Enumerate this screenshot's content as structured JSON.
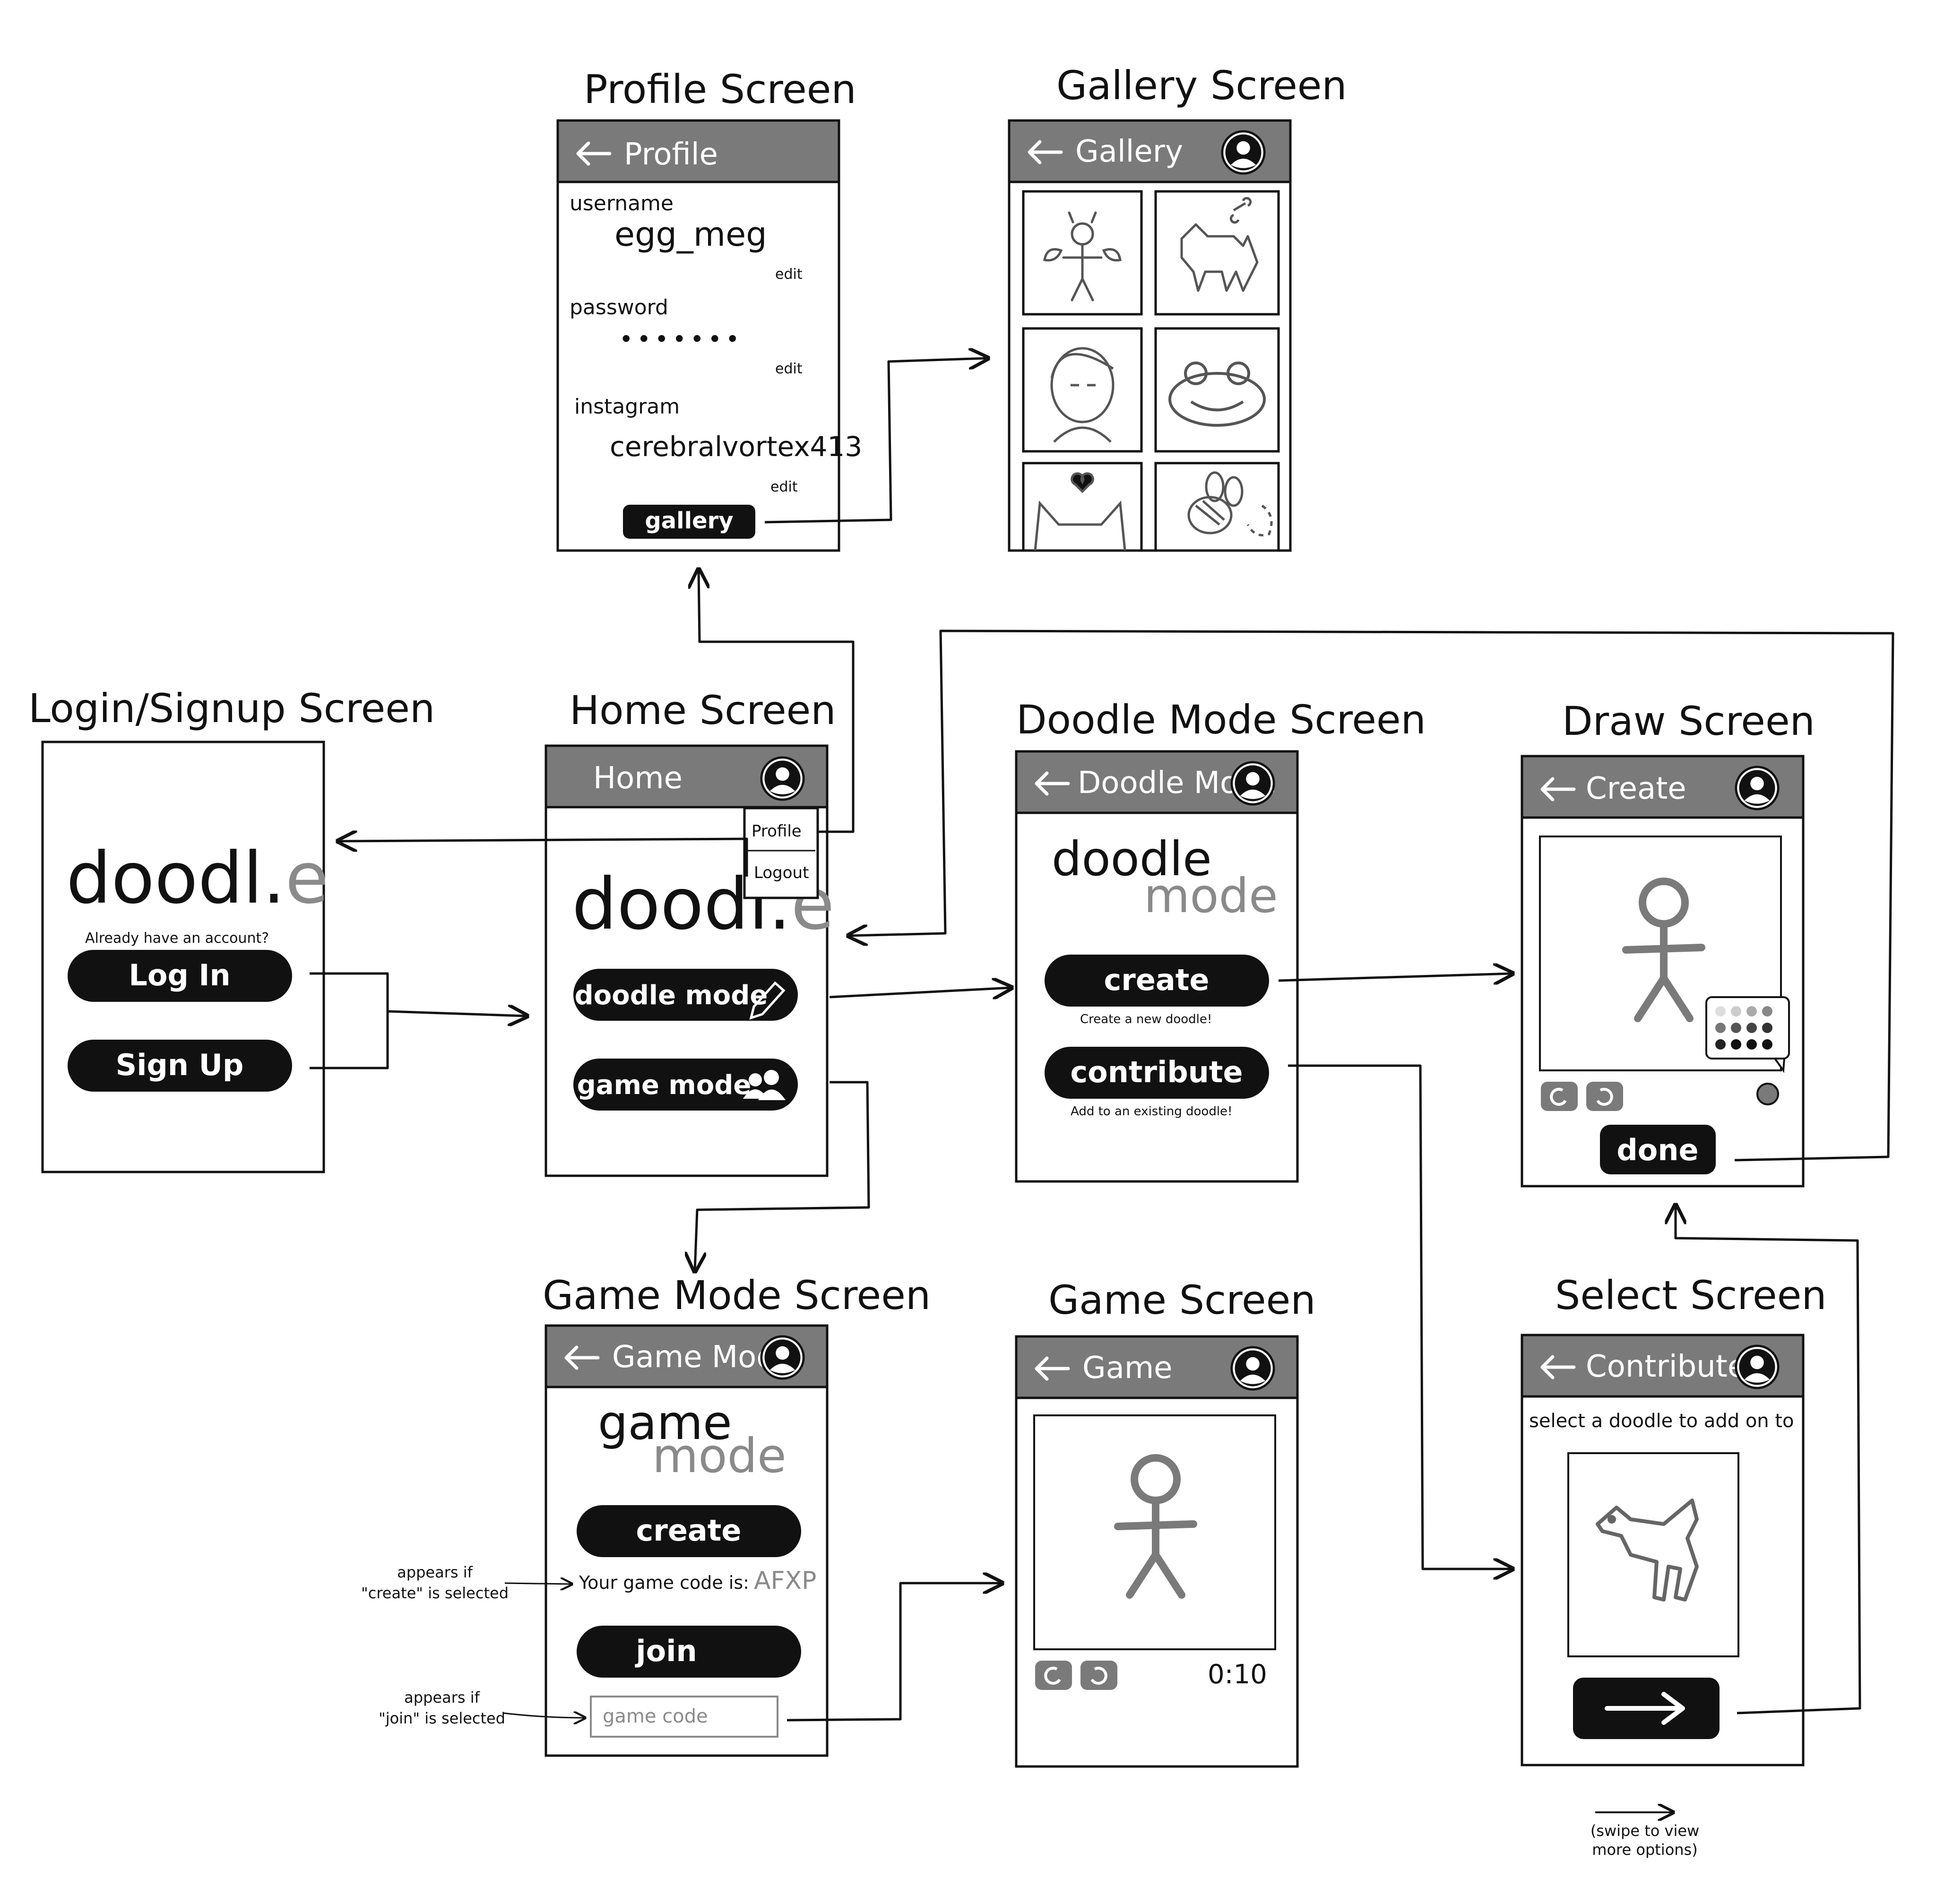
{
  "titles": {
    "profile": "Profile Screen",
    "gallery": "Gallery Screen",
    "login": "Login/Signup Screen",
    "home": "Home Screen",
    "doodle": "Doodle Mode Screen",
    "draw": "Draw Screen",
    "gamemode": "Game Mode Screen",
    "game": "Game Screen",
    "select": "Select Screen"
  },
  "profile": {
    "header": "Profile",
    "username_label": "username",
    "username_value": "egg_meg",
    "password_label": "password",
    "password_value": "•••••••",
    "instagram_label": "instagram",
    "instagram_value": "cerebralvortex413",
    "edit": "edit",
    "gallery_button": "gallery"
  },
  "gallery": {
    "header": "Gallery"
  },
  "login": {
    "logo_main": "doodl.",
    "logo_e": "e",
    "already": "Already have an account?",
    "login_button": "Log In",
    "signup_button": "Sign Up"
  },
  "home": {
    "header": "Home",
    "logo_main": "doodl.",
    "logo_e": "e",
    "menu_profile": "Profile",
    "menu_logout": "Logout",
    "doodle_button": "doodle mode",
    "game_button": "game mode"
  },
  "doodle": {
    "header": "Doodle Mode",
    "title_line1": "doodle",
    "title_line2": "mode",
    "create_button": "create",
    "create_sub": "Create a new doodle!",
    "contribute_button": "contribute",
    "contribute_sub": "Add to an existing doodle!"
  },
  "draw": {
    "header": "Create",
    "done_button": "done"
  },
  "gamemode": {
    "header": "Game Mode",
    "title_line1": "game",
    "title_line2": "mode",
    "create_button": "create",
    "code_label": "Your game code is:",
    "code_value": "AFXP",
    "join_button": "join",
    "code_placeholder": "game code",
    "note_create_1": "appears if",
    "note_create_2": "\"create\" is selected",
    "note_join_1": "appears if",
    "note_join_2": "\"join\" is selected"
  },
  "game": {
    "header": "Game",
    "timer": "0:10"
  },
  "select": {
    "header": "Contribute",
    "instruction": "select a doodle to add on to",
    "swipe_note_1": "(swipe to view",
    "swipe_note_2": "more options)"
  },
  "colors": {
    "header_gray": "#7a7a7a",
    "button_black": "#111111",
    "logo_gray": "#8a8a8a",
    "line": "#111111"
  }
}
